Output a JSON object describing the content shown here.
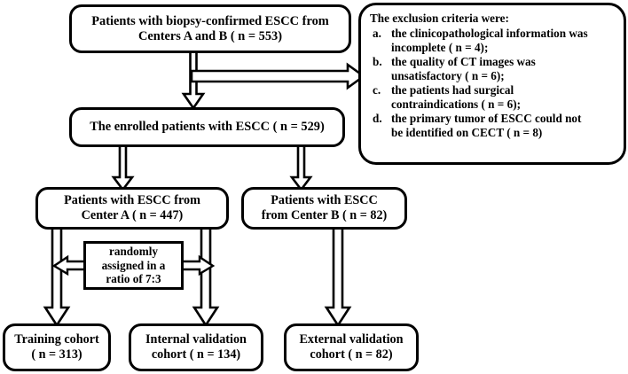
{
  "diagram": {
    "title": "ESCC patient enrollment flowchart",
    "stroke_color": "#000000",
    "fill_color": "#FFFFFF",
    "nodes": {
      "source": {
        "line1": "Patients with biopsy-confirmed ESCC from",
        "line2": "Centers A and B ( n = 553)"
      },
      "enrolled": {
        "line1": "The enrolled patients with ESCC  ( n = 529)"
      },
      "center_a": {
        "line1": "Patients with ESCC from",
        "line2": "Center A ( n = 447)"
      },
      "center_b": {
        "line1": "Patients with ESCC",
        "line2": "from Center B ( n = 82)"
      },
      "random_split": {
        "line1": "randomly",
        "line2": "assigned in a",
        "line3": "ratio of 7:3"
      },
      "training": {
        "line1": "Training cohort",
        "line2": "( n = 313)"
      },
      "internal": {
        "line1": "Internal validation",
        "line2": "cohort ( n = 134)"
      },
      "external": {
        "line1": "External validation",
        "line2": "cohort ( n = 82)"
      }
    },
    "exclusion": {
      "heading": "The exclusion criteria were:",
      "items": [
        {
          "marker": "a.",
          "line1": "the clinicopathological information was",
          "line2": "incomplete ( n = 4);"
        },
        {
          "marker": "b.",
          "line1": "the quality of CT images was",
          "line2": "unsatisfactory ( n = 6);"
        },
        {
          "marker": "c.",
          "line1": "the patients had surgical",
          "line2": "contraindications ( n = 6);"
        },
        {
          "marker": "d.",
          "line1": "the primary tumor of ESCC could not",
          "line2": "be identified on CECT ( n = 8)"
        }
      ]
    },
    "connectors": [
      {
        "name": "source-to-enrolled",
        "kind": "block-arrow",
        "direction": "down"
      },
      {
        "name": "source-to-exclusion",
        "kind": "block-arrow",
        "direction": "right"
      },
      {
        "name": "enrolled-to-center-a",
        "kind": "block-arrow",
        "direction": "down"
      },
      {
        "name": "enrolled-to-center-b",
        "kind": "block-arrow",
        "direction": "down"
      },
      {
        "name": "center-a-to-training",
        "kind": "block-arrow",
        "direction": "down"
      },
      {
        "name": "center-a-to-internal",
        "kind": "block-arrow",
        "direction": "down"
      },
      {
        "name": "center-b-to-external",
        "kind": "block-arrow",
        "direction": "down"
      },
      {
        "name": "random-split-left",
        "kind": "block-arrow",
        "direction": "left"
      },
      {
        "name": "random-split-right",
        "kind": "block-arrow",
        "direction": "right"
      }
    ]
  }
}
